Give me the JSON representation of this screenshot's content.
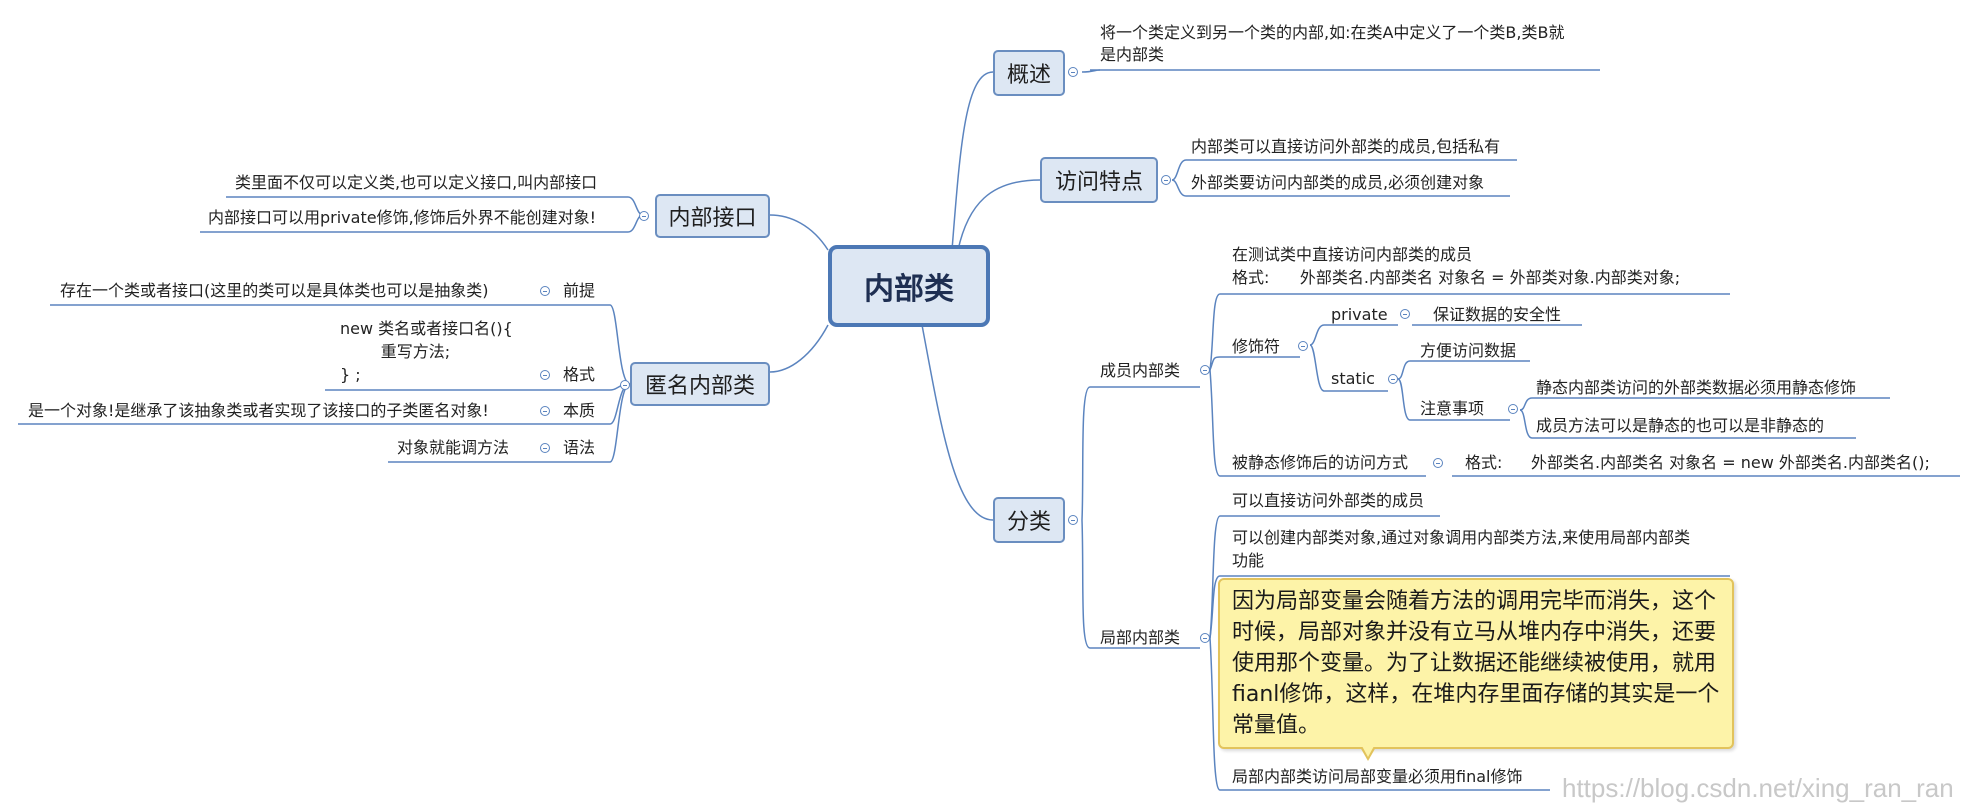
{
  "root": {
    "label": "内部类"
  },
  "overview": {
    "label": "概述",
    "text_line1": "将一个类定义到另一个类的内部,如:在类A中定义了一个类B,类B就",
    "text_line2": "是内部类"
  },
  "access": {
    "label": "访问特点",
    "item1": "内部类可以直接访问外部类的成员,包括私有",
    "item2": "外部类要访问内部类的成员,必须创建对象"
  },
  "inner_interface": {
    "label": "内部接口",
    "item1": "类里面不仅可以定义类,也可以定义接口,叫内部接口",
    "item2": "内部接口可以用private修饰,修饰后外界不能创建对象!"
  },
  "anonymous": {
    "label": "匿名内部类",
    "premise_label": "前提",
    "premise_text": "存在一个类或者接口(这里的类可以是具体类也可以是抽象类)",
    "format_label": "格式",
    "format_line1": "new 类名或者接口名(){",
    "format_line2": "        重写方法;",
    "format_line3": "} ;",
    "essence_label": "本质",
    "essence_text": "是一个对象!是继承了该抽象类或者实现了该接口的子类匿名对象!",
    "syntax_label": "语法",
    "syntax_text": "对象就能调方法"
  },
  "classification": {
    "label": "分类",
    "member": {
      "label": "成员内部类",
      "test_line1": "在测试类中直接访问内部类的成员",
      "test_line2": "格式:      外部类名.内部类名 对象名 = 外部类对象.内部类对象;",
      "modifier_label": "修饰符",
      "private_label": "private",
      "private_text": "保证数据的安全性",
      "static_label": "static",
      "static_text": "方便访问数据",
      "notes_label": "注意事项",
      "note1": "静态内部类访问的外部类数据必须用静态修饰",
      "note2": "成员方法可以是静态的也可以是非静态的",
      "static_access_label": "被静态修饰后的访问方式",
      "static_access_format_label": "格式:",
      "static_access_format": "外部类名.内部类名 对象名 = new 外部类名.内部类名();"
    },
    "local": {
      "label": "局部内部类",
      "item1": "可以直接访问外部类的成员",
      "item2_line1": "可以创建内部类对象,通过对象调用内部类方法,来使用局部内部类",
      "item2_line2": "功能",
      "note_text": "因为局部变量会随着方法的调用完毕而消失，这个时候，局部对象并没有立马从堆内存中消失，还要使用那个变量。为了让数据还能继续被使用，就用fianl修饰，这样，在堆内存里面存储的其实是一个常量值。",
      "item3": "局部内部类访问局部变量必须用final修饰"
    }
  },
  "watermark": "https://blog.csdn.net/xing_ran_ran",
  "colors": {
    "line": "#5b84bf",
    "node_fill": "#dde7f3",
    "note_fill": "#fdf3a8"
  }
}
